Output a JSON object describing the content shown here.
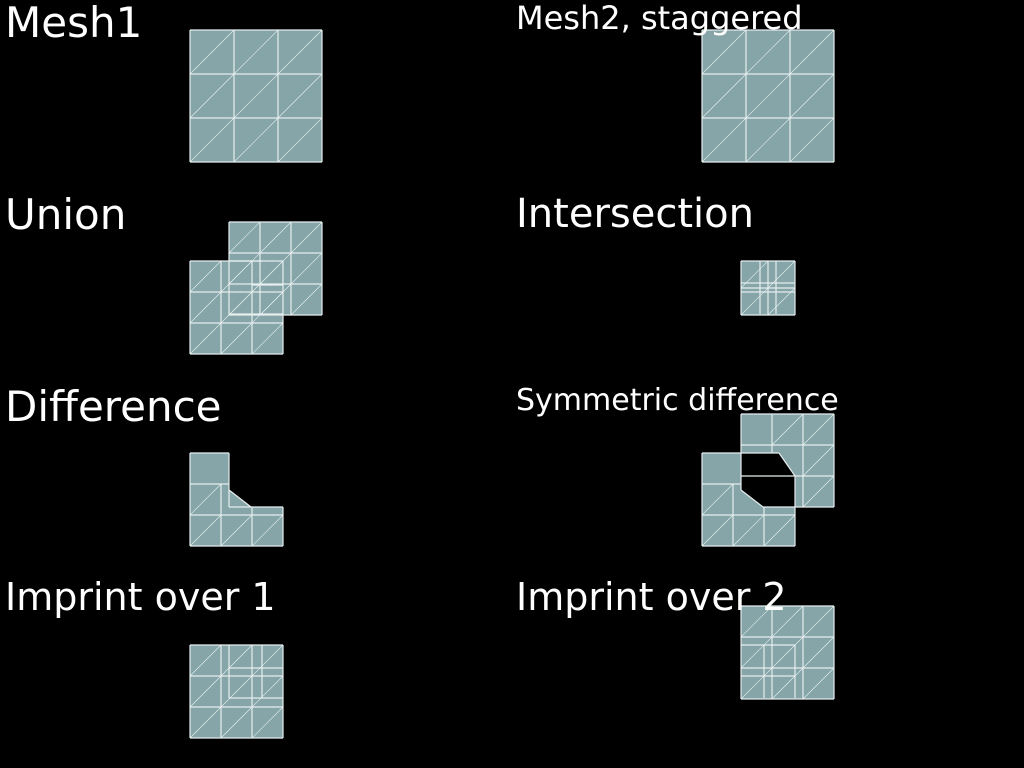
{
  "colors": {
    "background": "#000000",
    "mesh_fill": "#86a5a8",
    "edge": "#e6eeee",
    "label_text": "#ffffff"
  },
  "panels": {
    "mesh1": {
      "label": "Mesh1"
    },
    "mesh2": {
      "label": "Mesh2, staggered"
    },
    "union": {
      "label": "Union"
    },
    "intersection": {
      "label": "Intersection"
    },
    "difference": {
      "label": "Difference"
    },
    "symmetric_difference": {
      "label": "Symmetric difference"
    },
    "imprint1": {
      "label": "Imprint over 1"
    },
    "imprint2": {
      "label": "Imprint over 2"
    }
  }
}
